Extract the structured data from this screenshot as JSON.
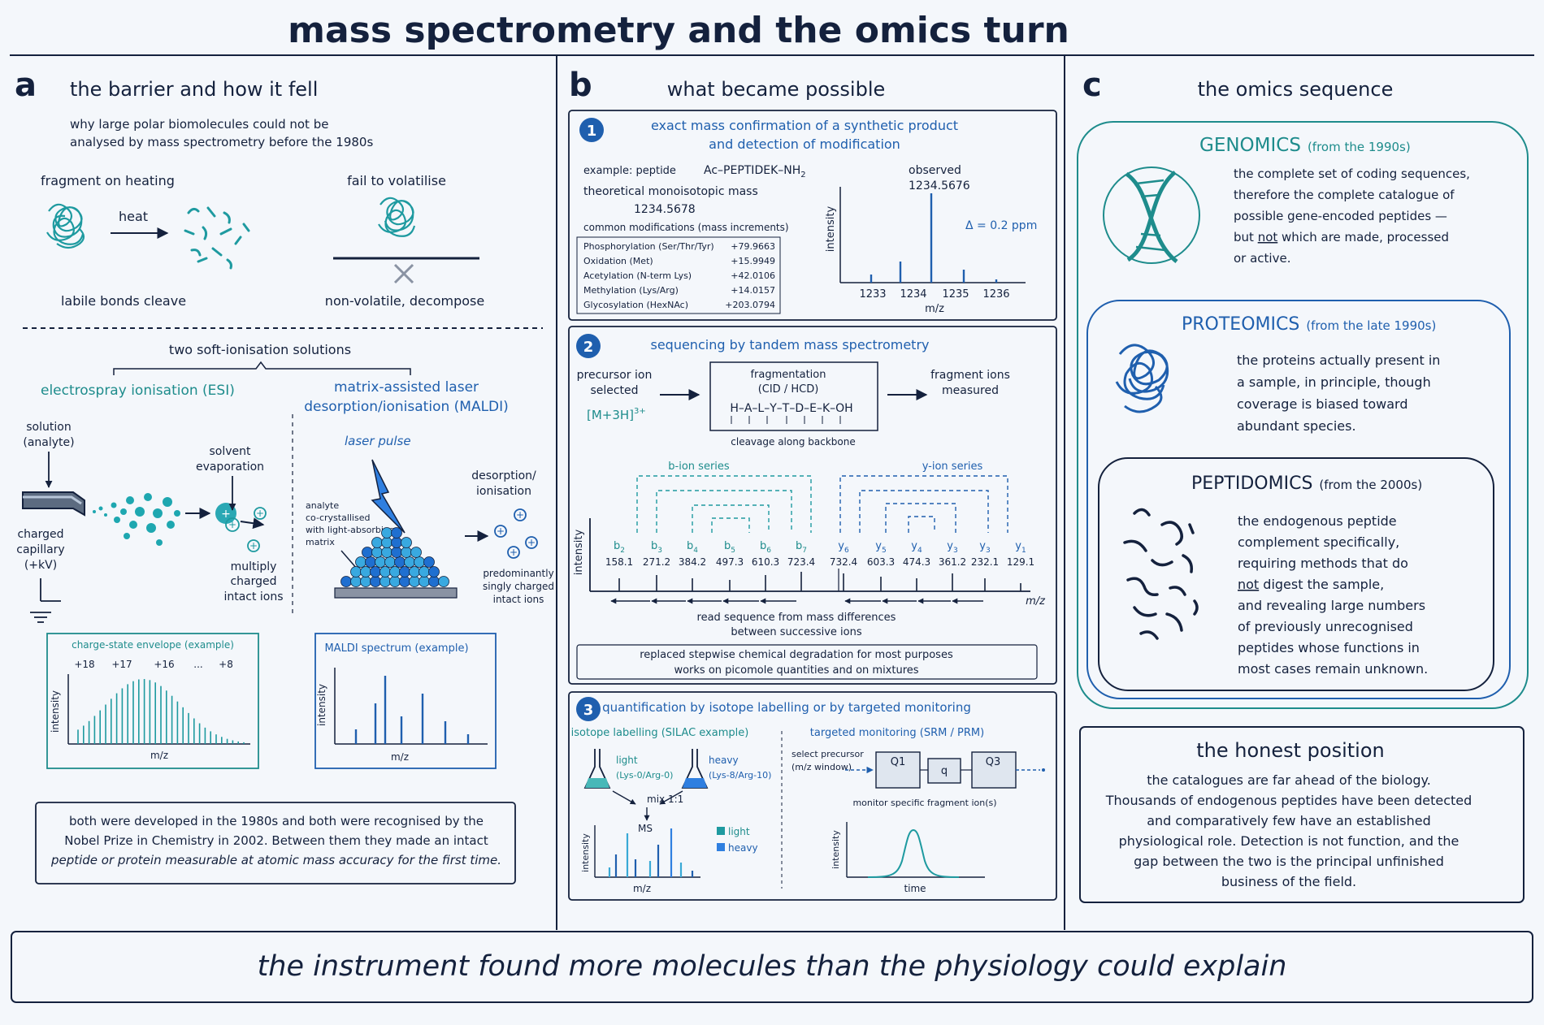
{
  "title": "mass spectrometry and the omics turn",
  "footer": "the instrument found more molecules than the physiology could explain",
  "colors": {
    "navy": "#14213d",
    "teal": "#1e8c8c",
    "blue": "#1f5fae",
    "light": "#39a9d6",
    "background": "#f4f7fb"
  },
  "panel_a": {
    "letter": "a",
    "heading": "the barrier and how it fell",
    "intro": [
      "why large polar biomolecules could not be",
      "analysed by mass spectrometry before the 1980s"
    ],
    "fragment_title": "fragment on heating",
    "heat": "heat",
    "fragment_caption": "labile bonds cleave",
    "volatilise_title": "fail to volatilise",
    "volatilise_caption": "non-volatile, decompose",
    "solutions_title": "two soft-ionisation solutions",
    "esi": {
      "title": "electrospray ionisation (ESI)",
      "solution": [
        "solution",
        "(analyte)"
      ],
      "capillary": [
        "charged",
        "capillary",
        "(+kV)"
      ],
      "evaporation": [
        "solvent",
        "evaporation"
      ],
      "ions": [
        "multiply",
        "charged",
        "intact ions"
      ],
      "spectrum_title": "charge-state envelope (example)",
      "charges": [
        "+18",
        "+17",
        "+16",
        "...",
        "+8"
      ],
      "ylabel": "intensity",
      "xlabel": "m/z"
    },
    "maldi": {
      "title": [
        "matrix-assisted laser",
        "desorption/ionisation (MALDI)"
      ],
      "laser": "laser pulse",
      "matrix": [
        "analyte",
        "co-crystallised",
        "with light-absorbing",
        "matrix"
      ],
      "desorption": [
        "desorption/",
        "ionisation"
      ],
      "ions": [
        "predominantly",
        "singly charged",
        "intact ions"
      ],
      "spectrum_title": "MALDI spectrum (example)",
      "ylabel": "intensity",
      "xlabel": "m/z"
    },
    "note": [
      "both were developed in the 1980s and both were recognised by the",
      "Nobel Prize in Chemistry in 2002. Between them they made an intact",
      "peptide or protein measurable at atomic mass accuracy for the first time."
    ]
  },
  "panel_b": {
    "letter": "b",
    "heading": "what became possible",
    "box1": {
      "number": "1",
      "title": [
        "exact mass confirmation of a synthetic product",
        "and detection of modification"
      ],
      "example_label": "example: peptide",
      "peptide": "Ac–PEPTIDEK–NH",
      "peptide_sub": "2",
      "theoretical_label": "theoretical monoisotopic mass",
      "theoretical_value": "1234.5678",
      "mods_title": "common modifications (mass increments)",
      "mods": [
        {
          "name": "Phosphorylation (Ser/Thr/Tyr)",
          "delta": "+79.9663"
        },
        {
          "name": "Oxidation (Met)",
          "delta": "+15.9949"
        },
        {
          "name": "Acetylation (N-term Lys)",
          "delta": "+42.0106"
        },
        {
          "name": "Methylation (Lys/Arg)",
          "delta": "+14.0157"
        },
        {
          "name": "Glycosylation (HexNAc)",
          "delta": "+203.0794"
        }
      ],
      "observed_label": "observed",
      "observed_value": "1234.5676",
      "delta": "Δ = 0.2 ppm",
      "ylabel": "intensity",
      "xlabel": "m/z",
      "ticks": [
        "1233",
        "1234",
        "1235",
        "1236"
      ]
    },
    "box2": {
      "number": "2",
      "title": "sequencing by tandem mass spectrometry",
      "precursor": [
        "precursor ion",
        "selected"
      ],
      "precursor_ion": "[M+3H]",
      "precursor_charge": "3+",
      "fragmentation": [
        "fragmentation",
        "(CID / HCD)"
      ],
      "sequence": "H–A–L–Y–T–D–E–K–OH",
      "cleavage": "cleavage along backbone",
      "fragment_ions": [
        "fragment ions",
        "measured"
      ],
      "b_series_label": "b-ion series",
      "y_series_label": "y-ion series",
      "b_ions": [
        {
          "name": "b",
          "sub": "2",
          "mz": "158.1"
        },
        {
          "name": "b",
          "sub": "3",
          "mz": "271.2"
        },
        {
          "name": "b",
          "sub": "4",
          "mz": "384.2"
        },
        {
          "name": "b",
          "sub": "5",
          "mz": "497.3"
        },
        {
          "name": "b",
          "sub": "6",
          "mz": "610.3"
        },
        {
          "name": "b",
          "sub": "7",
          "mz": "723.4"
        }
      ],
      "y_ions": [
        {
          "name": "y",
          "sub": "6",
          "mz": "732.4"
        },
        {
          "name": "y",
          "sub": "5",
          "mz": "603.3"
        },
        {
          "name": "y",
          "sub": "4",
          "mz": "474.3"
        },
        {
          "name": "y",
          "sub": "3",
          "mz": "361.2"
        },
        {
          "name": "y",
          "sub": "3",
          "mz": "232.1"
        },
        {
          "name": "y",
          "sub": "1",
          "mz": "129.1"
        }
      ],
      "ylabel": "intensity",
      "xlabel": "m/z",
      "read_note": [
        "read sequence from mass differences",
        "between successive ions"
      ],
      "replaced_note": [
        "replaced stepwise chemical degradation for most purposes",
        "works on picomole quantities and on mixtures"
      ]
    },
    "box3": {
      "number": "3",
      "title": "quantification by isotope labelling or by targeted monitoring",
      "silac_title": "isotope labelling (SILAC example)",
      "light_label": [
        "light",
        "(Lys-0/Arg-0)"
      ],
      "heavy_label": [
        "heavy",
        "(Lys-8/Arg-10)"
      ],
      "mix": "mix 1:1",
      "ms": "MS",
      "legend_light": "light",
      "legend_heavy": "heavy",
      "ylabel": "intensity",
      "xlabel": "m/z",
      "srm_title": "targeted monitoring (SRM / PRM)",
      "select": [
        "select precursor",
        "(m/z window)"
      ],
      "q1": "Q1",
      "q": "q",
      "q3": "Q3",
      "monitor": "monitor specific fragment ion(s)",
      "srm_ylabel": "intensity",
      "srm_xlabel": "time"
    }
  },
  "panel_c": {
    "letter": "c",
    "heading": "the omics sequence",
    "genomics": {
      "name": "GENOMICS",
      "period": "(from the 1990s)",
      "text": [
        "the complete set of coding sequences,",
        "therefore the complete catalogue of",
        "possible gene-encoded peptides —",
        "but ",
        "not",
        " which are made, processed",
        "or active."
      ]
    },
    "proteomics": {
      "name": "PROTEOMICS",
      "period": "(from the late 1990s)",
      "text": [
        "the proteins actually present in",
        "a sample, in principle, though",
        "coverage is biased toward",
        "abundant species."
      ]
    },
    "peptidomics": {
      "name": "PEPTIDOMICS",
      "period": "(from the 2000s)",
      "text": [
        "the endogenous peptide",
        "complement specifically,",
        "requiring methods that do",
        "not",
        " digest the sample,",
        "and revealing large numbers",
        "of previously unrecognised",
        "peptides whose functions in",
        "most cases remain unknown."
      ]
    },
    "honest": {
      "title": "the honest position",
      "text": [
        "the catalogues are far ahead of the biology.",
        "Thousands of endogenous peptides have been detected",
        "and comparatively few have an established",
        "physiological role.  Detection is not function, and the",
        "gap between the two is the principal unfinished",
        "business of the field."
      ]
    }
  }
}
